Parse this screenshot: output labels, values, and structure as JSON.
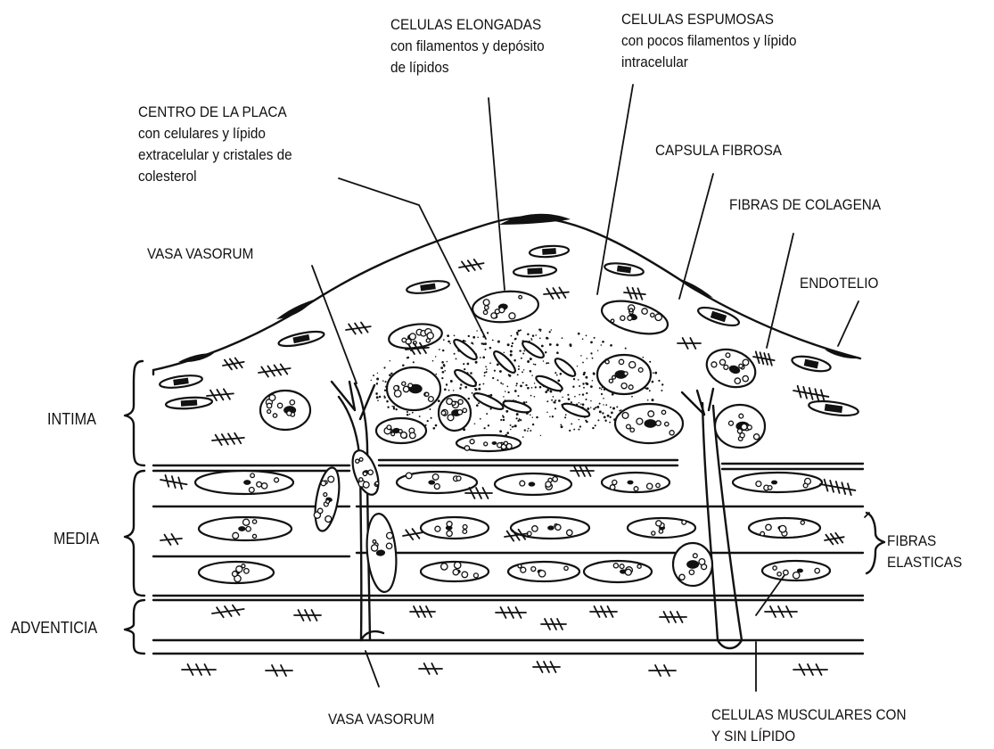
{
  "labels": {
    "celulas_elongadas": [
      "CELULAS ELONGADAS",
      "con filamentos y depósito",
      "de lípidos"
    ],
    "celulas_espumosas": [
      "CELULAS ESPUMOSAS",
      "con pocos filamentos y lípido",
      "intracelular"
    ],
    "centro_placa": [
      "CENTRO DE LA PLACA",
      "con celulares y lípido",
      "extracelular y cristales de",
      "colesterol"
    ],
    "capsula_fibrosa": "CAPSULA FIBROSA",
    "fibras_colagena": "FIBRAS DE COLAGENA",
    "vasa_vasorum_top": "VASA VASORUM",
    "endotelio": "ENDOTELIO",
    "intima": "INTIMA",
    "media": "MEDIA",
    "adventicia": "ADVENTICIA",
    "fibras_elasticas": [
      "FIBRAS",
      "ELASTICAS"
    ],
    "vasa_vasorum_bottom": "VASA VASORUM",
    "celulas_musculares": [
      "CELULAS MUSCULARES CON",
      "Y SIN LÍPIDO"
    ]
  }
}
